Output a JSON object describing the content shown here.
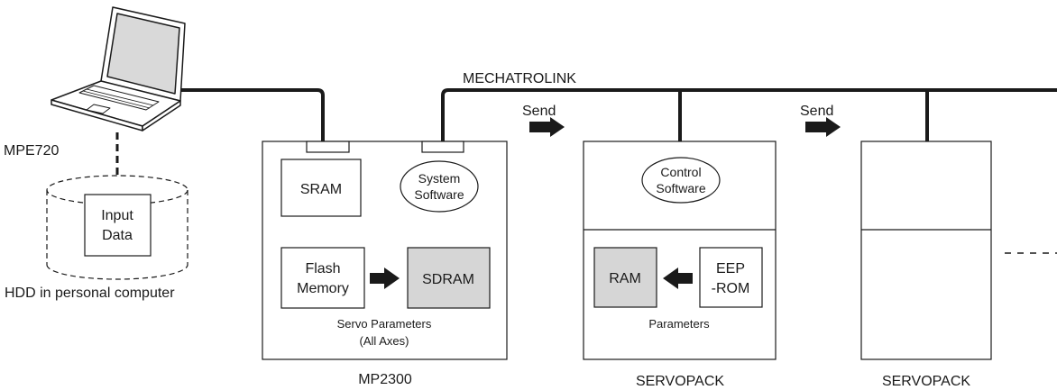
{
  "computer": {
    "software_label": "MPE720",
    "storage_caption": "HDD in personal computer",
    "storage_content": [
      "Input",
      "Data"
    ]
  },
  "network_label": "MECHATROLINK",
  "send_labels": [
    "Send",
    "Send"
  ],
  "controller": {
    "name": "MP2300",
    "sram": "SRAM",
    "system_software": [
      "System",
      "Software"
    ],
    "flash_memory": [
      "Flash",
      "Memory"
    ],
    "sdram": "SDRAM",
    "caption": [
      "Servo Parameters",
      "(All Axes)"
    ]
  },
  "servopack_1": {
    "name": "SERVOPACK",
    "control_software": [
      "Control",
      "Software"
    ],
    "ram": "RAM",
    "eeprom": [
      "EEP",
      "-ROM"
    ],
    "caption": "Parameters"
  },
  "servopack_2": {
    "name": "SERVOPACK"
  },
  "colors": {
    "line": "#1a1a1a",
    "memory_fill": "#d6d6d6",
    "laptop_screen": "#d9d9d9"
  }
}
